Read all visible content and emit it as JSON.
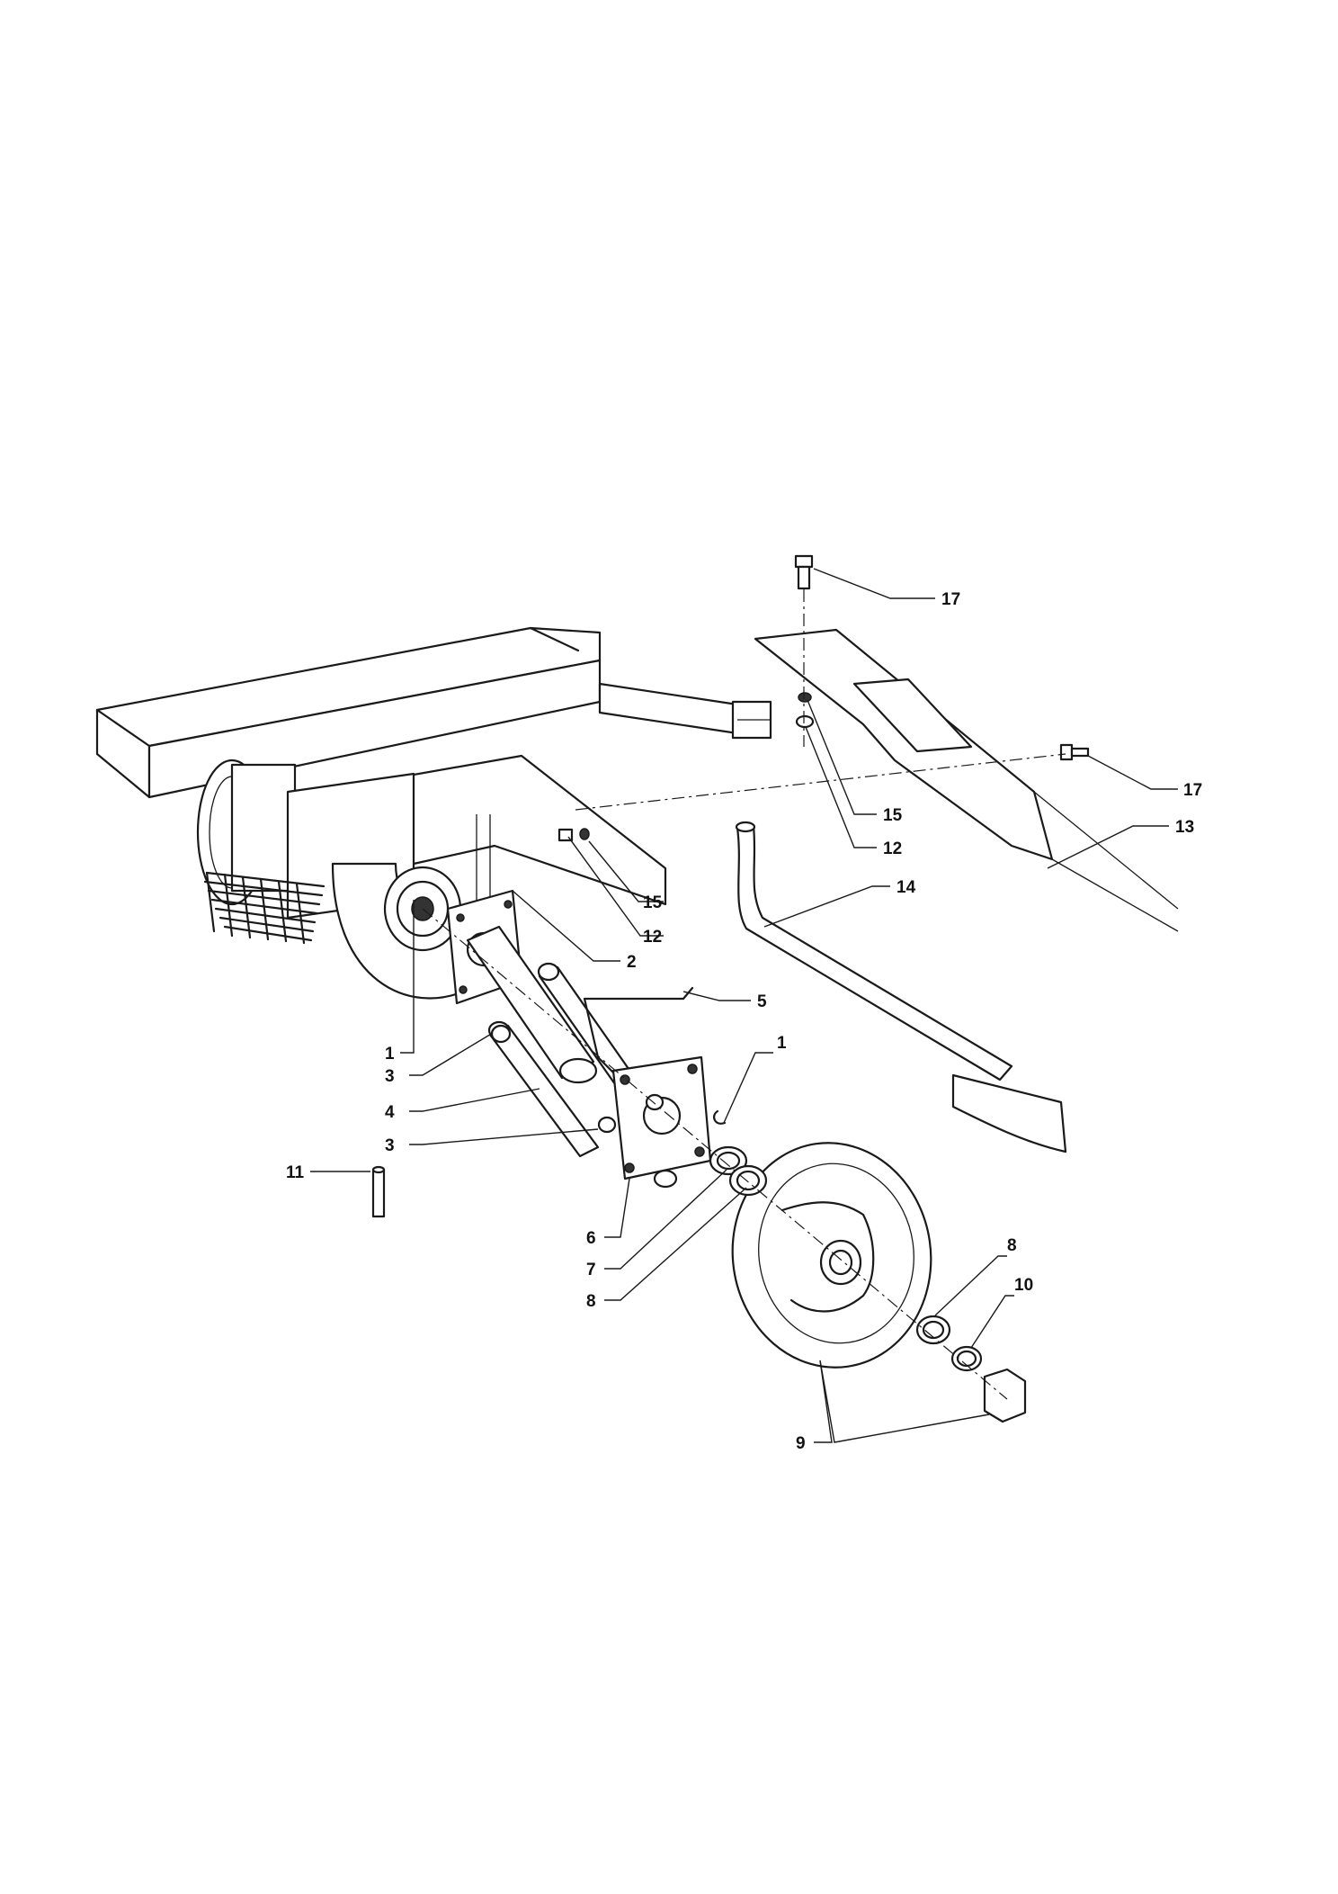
{
  "diagram": {
    "type": "exploded-parts-view",
    "callouts": [
      {
        "id": "c17a",
        "label": "17"
      },
      {
        "id": "c17b",
        "label": "17"
      },
      {
        "id": "c13",
        "label": "13"
      },
      {
        "id": "c15a",
        "label": "15"
      },
      {
        "id": "c12a",
        "label": "12"
      },
      {
        "id": "c14",
        "label": "14"
      },
      {
        "id": "c15b",
        "label": "15"
      },
      {
        "id": "c12b",
        "label": "12"
      },
      {
        "id": "c2",
        "label": "2"
      },
      {
        "id": "c5",
        "label": "5"
      },
      {
        "id": "c1a",
        "label": "1"
      },
      {
        "id": "c1b",
        "label": "1"
      },
      {
        "id": "c3a",
        "label": "3"
      },
      {
        "id": "c4",
        "label": "4"
      },
      {
        "id": "c3b",
        "label": "3"
      },
      {
        "id": "c11",
        "label": "11"
      },
      {
        "id": "c6",
        "label": "6"
      },
      {
        "id": "c7",
        "label": "7"
      },
      {
        "id": "c8a",
        "label": "8"
      },
      {
        "id": "c8b",
        "label": "8"
      },
      {
        "id": "c10",
        "label": "10"
      },
      {
        "id": "c9",
        "label": "9"
      }
    ]
  }
}
